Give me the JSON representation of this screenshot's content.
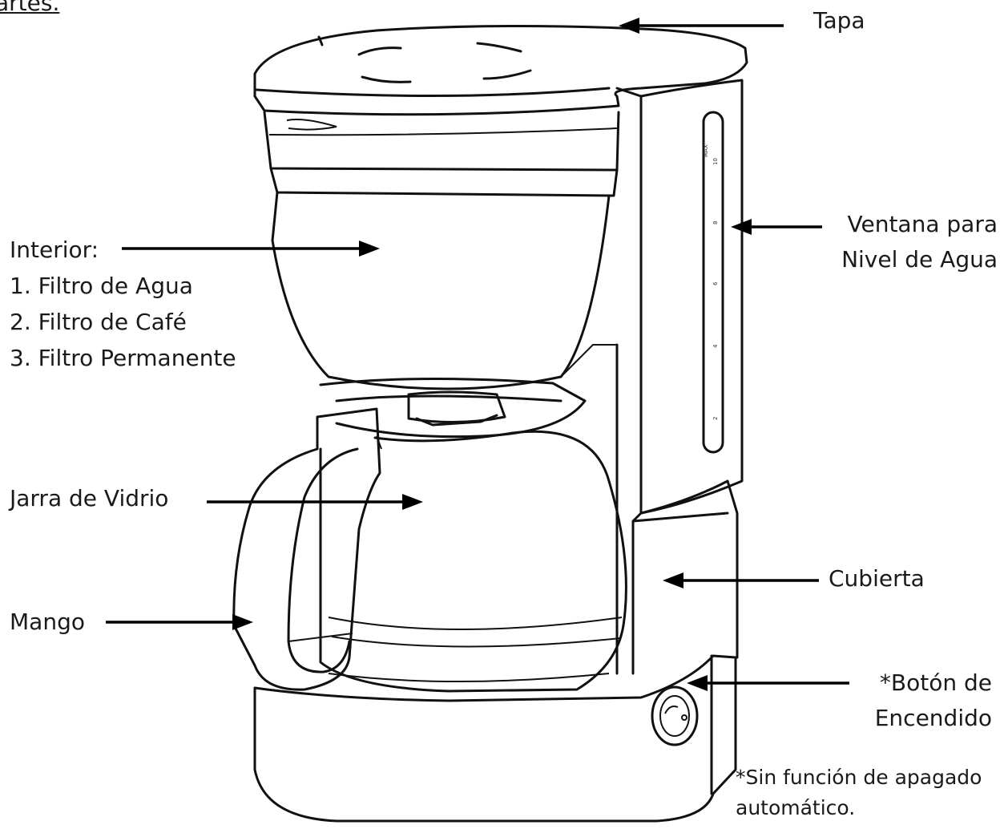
{
  "header": "artes.",
  "labels": {
    "tapa": "Tapa",
    "ventana_1": "Ventana para",
    "ventana_2": "Nivel de Agua",
    "interior_title": "Interior:",
    "interior_items": [
      "1. Filtro de Agua",
      "2. Filtro de Café",
      "3. Filtro Permanente"
    ],
    "jarra": "Jarra de Vidrio",
    "mango": "Mango",
    "cubierta": "Cubierta",
    "boton_1": "*Botón de",
    "boton_2": "Encendido",
    "nota_1": "*Sin función de apagado",
    "nota_2": "automático."
  },
  "water_scale": [
    "MAX",
    "10",
    "8",
    "6",
    "4",
    "2"
  ]
}
